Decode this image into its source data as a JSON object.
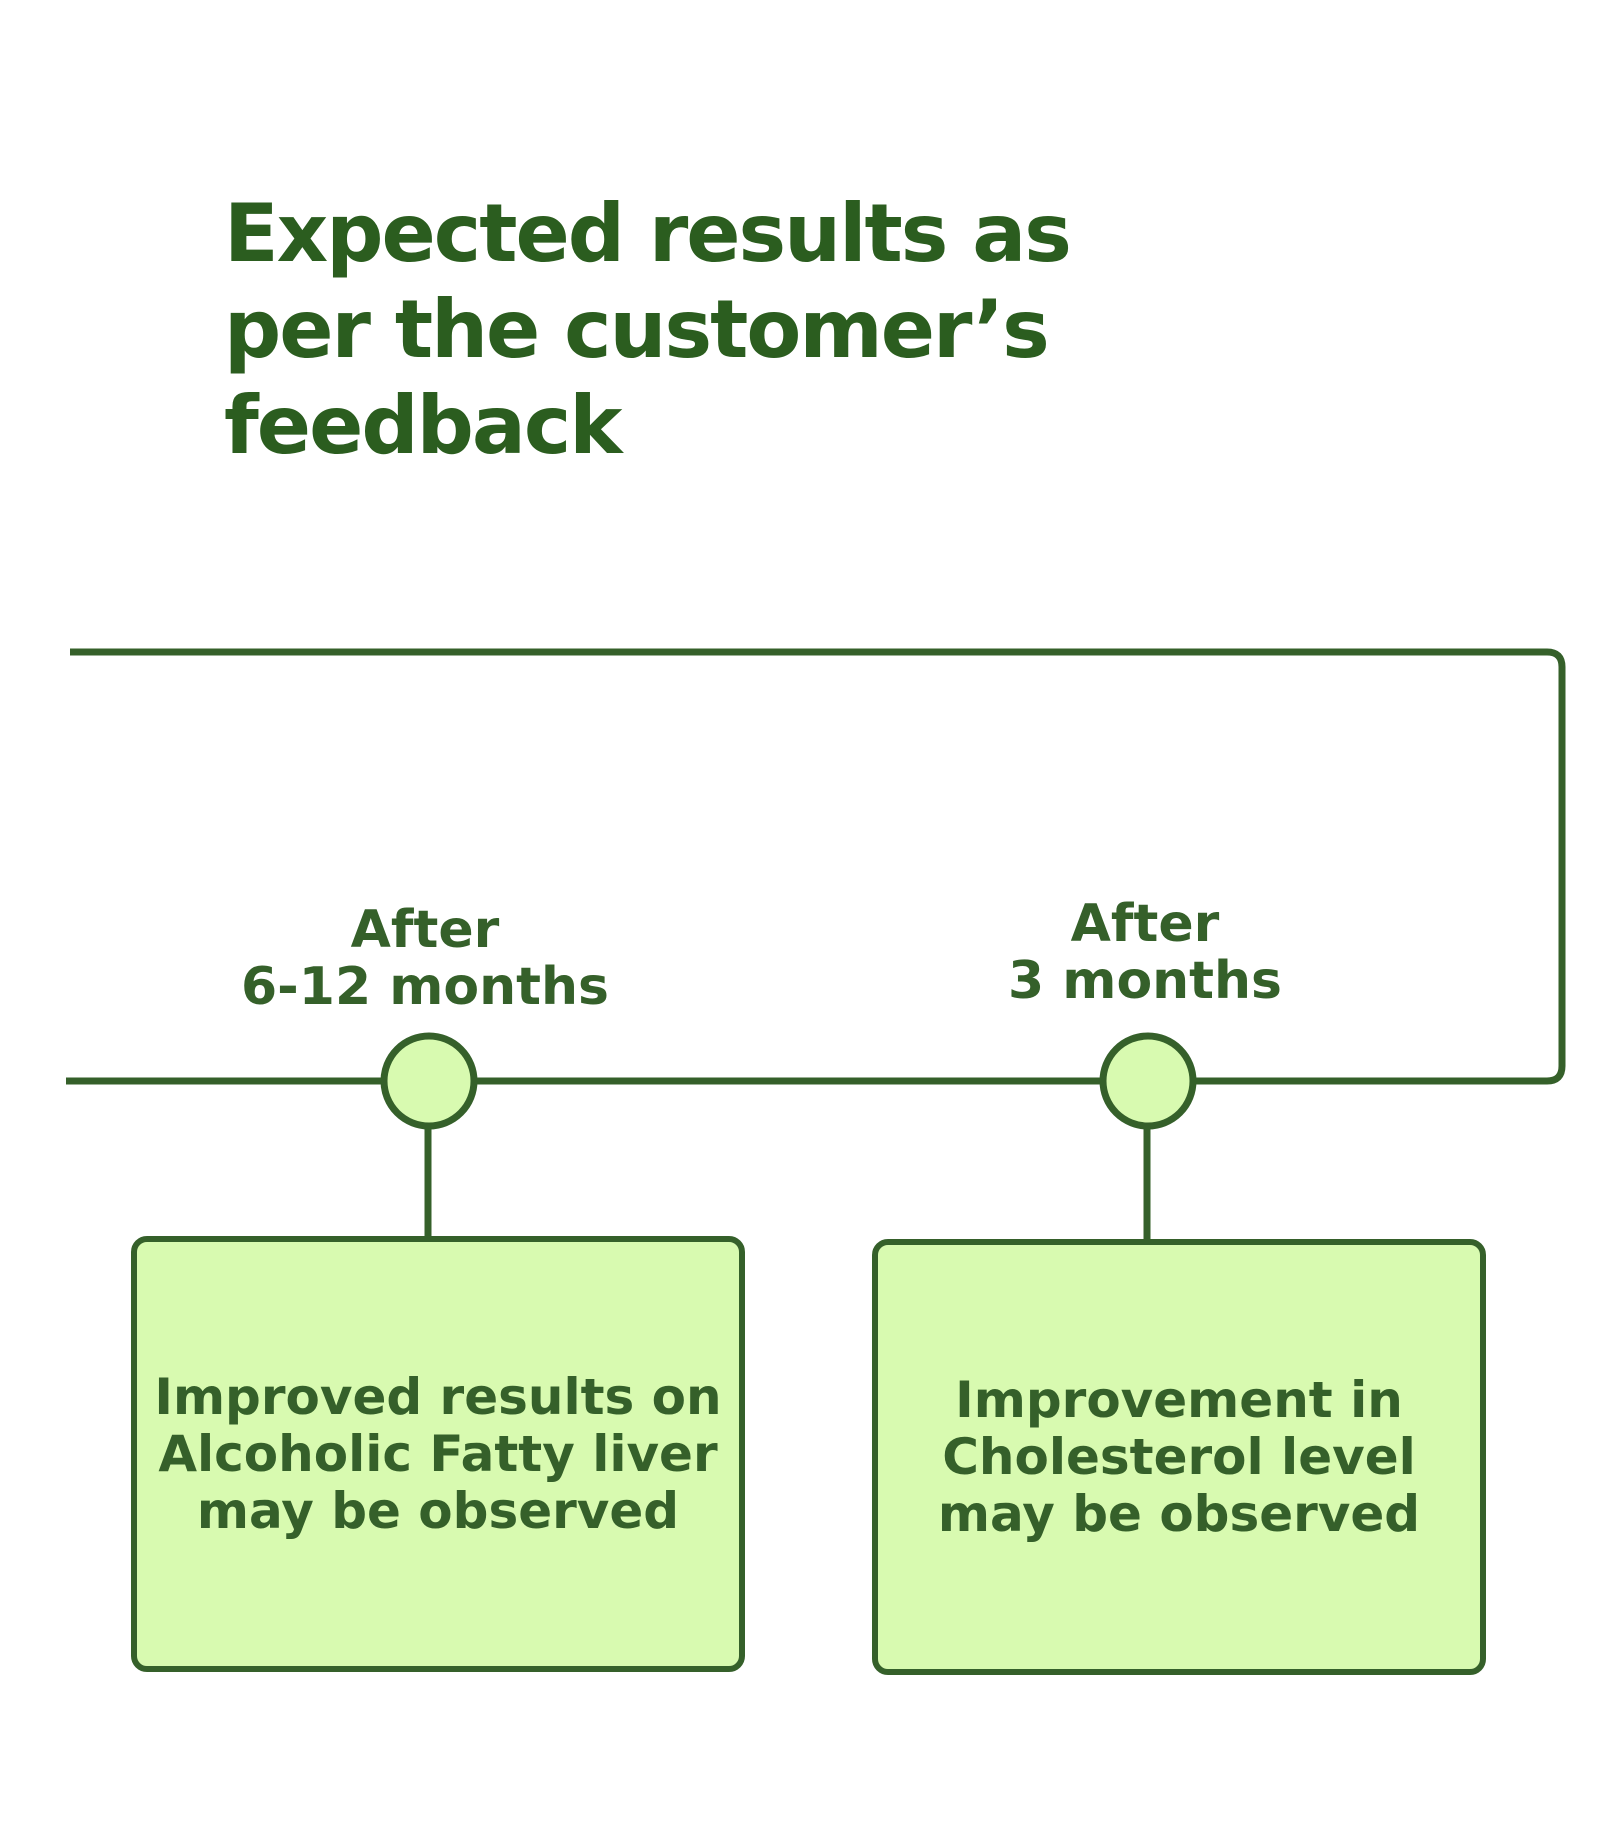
{
  "title": {
    "lines": [
      "Expected results as",
      "per the customer’s",
      "feedback"
    ]
  },
  "milestones": [
    {
      "label_lines": [
        "After",
        "6-12 months"
      ],
      "result_lines": [
        "Improved results on",
        "Alcoholic Fatty liver",
        "may be observed"
      ]
    },
    {
      "label_lines": [
        "After",
        "3 months"
      ],
      "result_lines": [
        "Improvement in",
        "Cholesterol level",
        "may be observed"
      ]
    }
  ],
  "colors": {
    "line": "#35602a",
    "title": "#2b5d1f",
    "node_fill": "#d8fab0",
    "card_fill": "#d8fab0"
  }
}
